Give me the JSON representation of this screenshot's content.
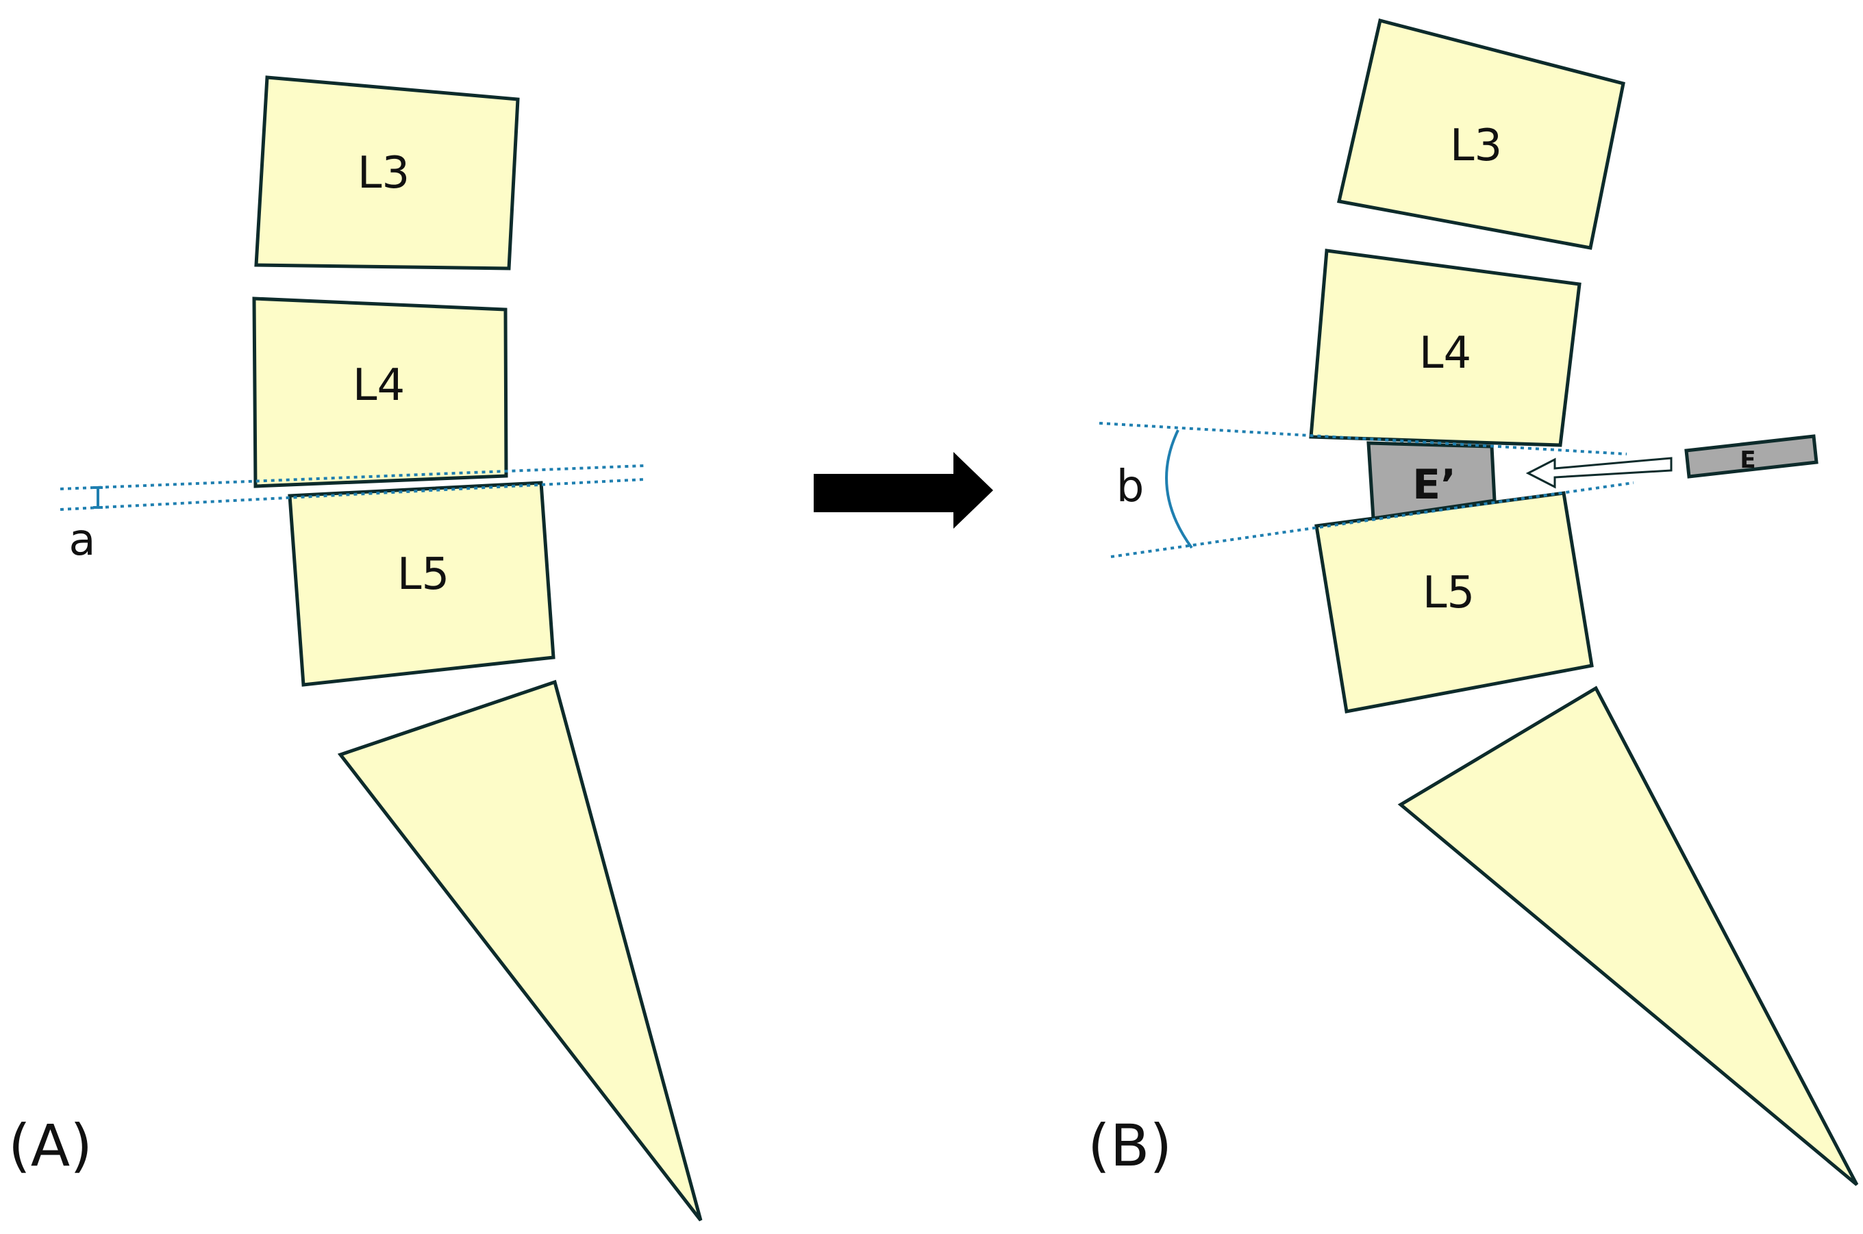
{
  "colors": {
    "vertebra_fill": "#fdfcc8",
    "outline": "#0d2b2b",
    "guide_line": "#1f7fb0",
    "implant_fill": "#a9a9a9",
    "arrow": "#000000"
  },
  "panel_a": {
    "label": "(A)",
    "vertebrae": [
      "L3",
      "L4",
      "L5"
    ],
    "measure_label": "a"
  },
  "panel_b": {
    "label": "(B)",
    "vertebrae": [
      "L3",
      "L4",
      "L5"
    ],
    "measure_label": "b",
    "implant_inserted_label": "E’",
    "implant_label": "E"
  }
}
